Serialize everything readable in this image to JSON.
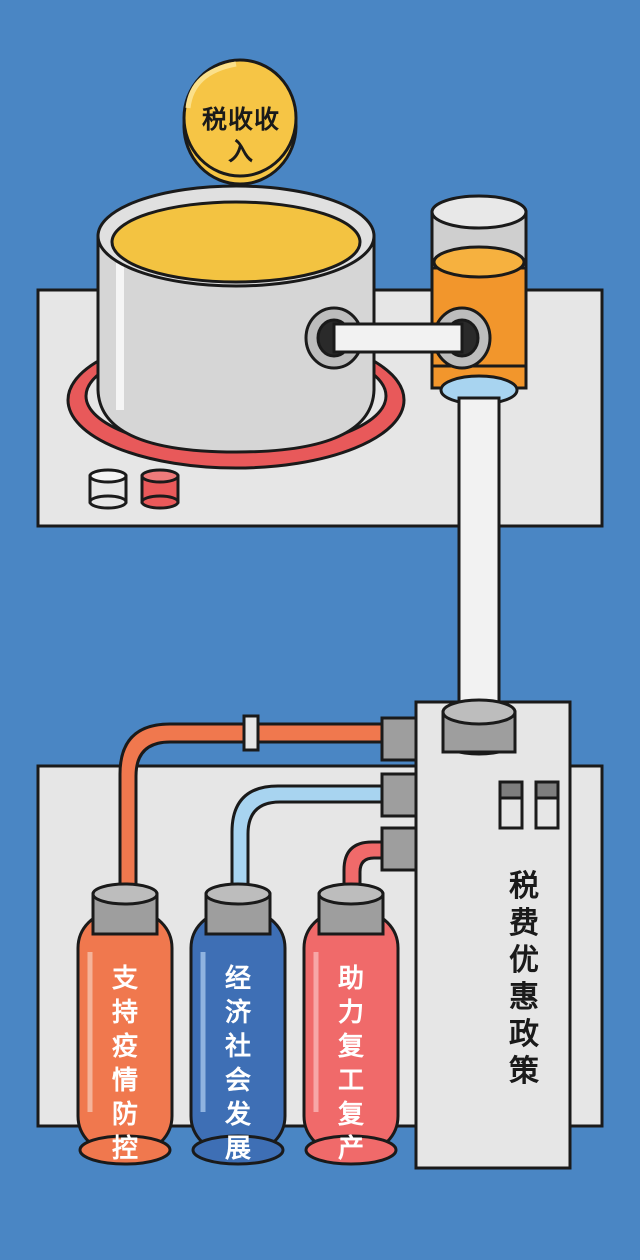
{
  "coin": {
    "label": "税收收入"
  },
  "machine": {
    "label": "税费优惠政策"
  },
  "canisters": [
    {
      "label": "支持疫情防控",
      "color": "#f0784e"
    },
    {
      "label": "经济社会发展",
      "color": "#3e6fb5"
    },
    {
      "label": "助力复工复产",
      "color": "#f06a6a"
    }
  ],
  "colors": {
    "background": "#4a86c4",
    "soup": "#f3c341",
    "coin": "#f6c545",
    "burner": "#e8595a",
    "filter": "#f2962c",
    "pipe_blue": "#a8d4f0",
    "pipe_orange": "#f0784e",
    "pipe_red": "#f06a6a"
  }
}
